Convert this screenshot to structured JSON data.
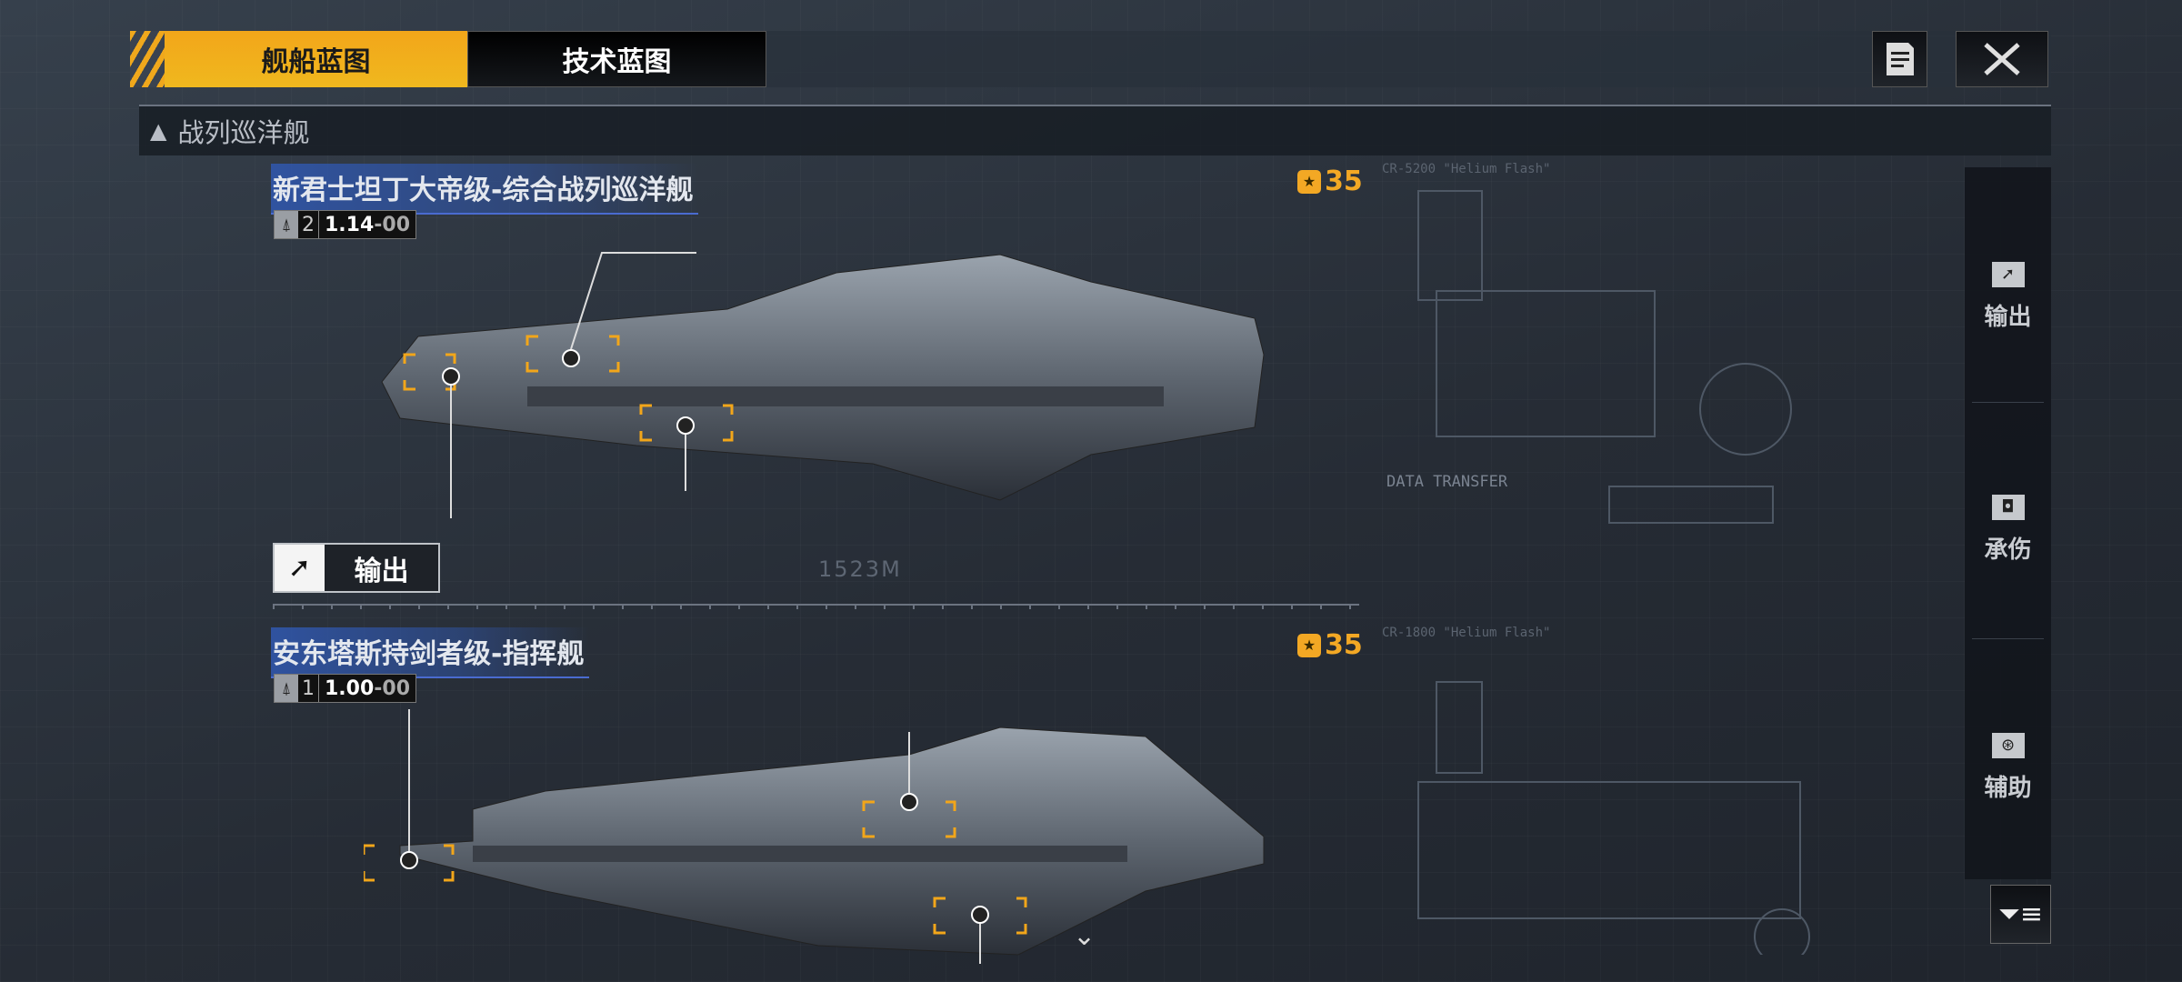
{
  "tabs": [
    {
      "label": "舰船蓝图",
      "active": true
    },
    {
      "label": "技术蓝图",
      "active": false
    }
  ],
  "toolbar": {
    "notes_icon": "document-list-icon",
    "close_icon": "close-x-icon"
  },
  "category": {
    "label": "战列巡洋舰",
    "icon": "chevron-rank-icon"
  },
  "ships": [
    {
      "name": "新君士坦丁大帝级-综合战列巡洋舰",
      "count": "2",
      "value": "1.14",
      "value_suffix": "-00",
      "cost": "35",
      "length": "1523M"
    },
    {
      "name": "安东塔斯持剑者级-指挥舰",
      "count": "1",
      "value": "1.00",
      "value_suffix": "-00",
      "cost": "35"
    }
  ],
  "role_button": {
    "label": "输出",
    "icon": "arrow-output-icon"
  },
  "sidebar": {
    "items": [
      {
        "label": "输出",
        "icon": "output-arrow-icon"
      },
      {
        "label": "承伤",
        "icon": "shield-icon"
      },
      {
        "label": "辅助",
        "icon": "support-pulse-icon"
      }
    ],
    "filter_icon": "filter-icon"
  },
  "decor": {
    "data_transfer": "DATA TRANSFER",
    "cr1": "CR-5200 \"Helium Flash\"",
    "cr2": "CR-1800 \"Helium Flash\""
  },
  "colors": {
    "accent": "#f2a61a",
    "title_bg": "#3056aa",
    "cost": "#f3a824"
  }
}
